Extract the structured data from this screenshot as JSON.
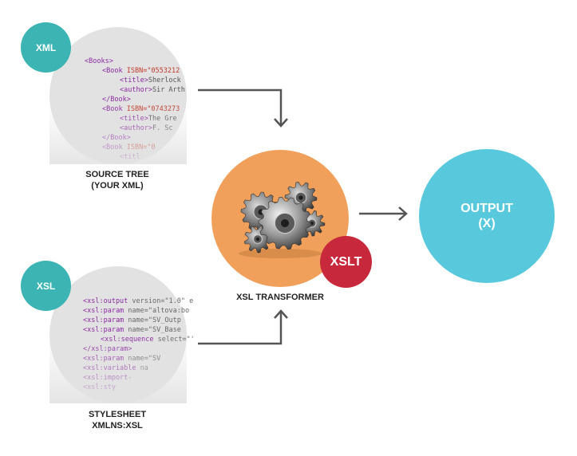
{
  "source": {
    "badge": "XML",
    "caption_line1": "SOURCE TREE",
    "caption_line2": "(YOUR XML)",
    "code_lines": [
      {
        "indent": 0,
        "parts": [
          [
            "tag",
            "<Books>"
          ]
        ]
      },
      {
        "indent": 1,
        "parts": [
          [
            "tag",
            "<Book "
          ],
          [
            "attr",
            "ISBN="
          ],
          [
            "val",
            "\"0553212"
          ]
        ]
      },
      {
        "indent": 2,
        "parts": [
          [
            "tag",
            "<title>"
          ],
          [
            "txt",
            "Sherlock"
          ]
        ]
      },
      {
        "indent": 2,
        "parts": [
          [
            "tag",
            "<author>"
          ],
          [
            "txt",
            "Sir Arth"
          ]
        ]
      },
      {
        "indent": 1,
        "parts": [
          [
            "tag",
            "</Book>"
          ]
        ]
      },
      {
        "indent": 1,
        "parts": [
          [
            "tag",
            "<Book "
          ],
          [
            "attr",
            "ISBN="
          ],
          [
            "val",
            "\"0743273"
          ]
        ]
      },
      {
        "indent": 2,
        "parts": [
          [
            "tag",
            "<title>"
          ],
          [
            "txt",
            "The Gre"
          ]
        ]
      },
      {
        "indent": 2,
        "parts": [
          [
            "tag",
            "<author>"
          ],
          [
            "txt",
            "F. Sc"
          ]
        ]
      },
      {
        "indent": 1,
        "parts": [
          [
            "tag",
            "</Book>"
          ]
        ]
      },
      {
        "indent": 1,
        "parts": [
          [
            "tag",
            "<Book "
          ],
          [
            "attr",
            "ISBN="
          ],
          [
            "val",
            "\"0"
          ]
        ]
      },
      {
        "indent": 2,
        "parts": [
          [
            "tag",
            "<titl"
          ]
        ]
      }
    ]
  },
  "stylesheet": {
    "badge": "XSL",
    "caption_line1": "STYLESHEET",
    "caption_line2": "XMLNS:XSL",
    "code_lines": [
      {
        "indent": 0,
        "parts": [
          [
            "tag",
            "<xsl:output "
          ],
          [
            "attr",
            "version="
          ],
          [
            "val",
            "\"1.0\" e"
          ]
        ]
      },
      {
        "indent": 0,
        "parts": [
          [
            "tag",
            "<xsl:param "
          ],
          [
            "attr",
            "name="
          ],
          [
            "val",
            "\"altova:bo"
          ]
        ]
      },
      {
        "indent": 0,
        "parts": [
          [
            "tag",
            "<xsl:param "
          ],
          [
            "attr",
            "name="
          ],
          [
            "val",
            "\"SV_Outp"
          ]
        ]
      },
      {
        "indent": 0,
        "parts": [
          [
            "tag",
            "<xsl:param "
          ],
          [
            "attr",
            "name="
          ],
          [
            "val",
            "\"SV_Base"
          ]
        ]
      },
      {
        "indent": 1,
        "parts": [
          [
            "tag",
            "<xsl:sequence "
          ],
          [
            "attr",
            "select="
          ],
          [
            "val",
            "\"'"
          ]
        ]
      },
      {
        "indent": 0,
        "parts": [
          [
            "tag",
            "</xsl:param>"
          ]
        ]
      },
      {
        "indent": 0,
        "parts": [
          [
            "tag",
            "<xsl:param "
          ],
          [
            "attr",
            "name="
          ],
          [
            "val",
            "\"SV"
          ]
        ]
      },
      {
        "indent": 0,
        "parts": [
          [
            "tag",
            "<xsl:variable "
          ],
          [
            "attr",
            "na"
          ]
        ]
      },
      {
        "indent": 0,
        "parts": [
          [
            "tag",
            "<xsl:import-"
          ]
        ]
      },
      {
        "indent": 0,
        "parts": [
          [
            "tag",
            "<xsl:sty"
          ]
        ]
      }
    ]
  },
  "transformer": {
    "badge": "XSLT",
    "caption": "XSL TRANSFORMER"
  },
  "output": {
    "line1": "OUTPUT",
    "line2": "(X)"
  },
  "colors": {
    "teal": "#3cb4b4",
    "orange": "#f0a05a",
    "red": "#c8283c",
    "output": "#58c9dd",
    "gray_circle": "#e2e2e2",
    "arrow": "#555555"
  },
  "icons": [
    "gears-icon",
    "arrow-down-icon",
    "arrow-up-icon",
    "arrow-right-icon"
  ]
}
